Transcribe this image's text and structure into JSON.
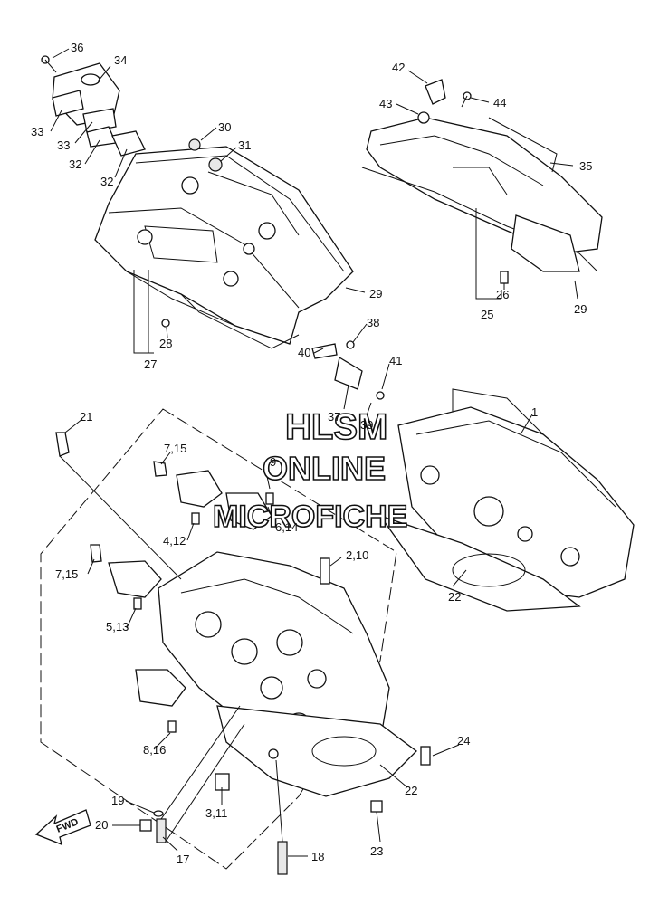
{
  "watermark": {
    "line1": "HLSM",
    "line2": "ONLINE",
    "line3": "MICROFICHE"
  },
  "direction_badge": "FWD",
  "callouts": [
    {
      "id": "c36",
      "text": "36"
    },
    {
      "id": "c34",
      "text": "34"
    },
    {
      "id": "c33a",
      "text": "33"
    },
    {
      "id": "c33b",
      "text": "33"
    },
    {
      "id": "c32a",
      "text": "32"
    },
    {
      "id": "c32b",
      "text": "32"
    },
    {
      "id": "c30",
      "text": "30"
    },
    {
      "id": "c31",
      "text": "31"
    },
    {
      "id": "c29a",
      "text": "29"
    },
    {
      "id": "c28",
      "text": "28"
    },
    {
      "id": "c27",
      "text": "27"
    },
    {
      "id": "c42",
      "text": "42"
    },
    {
      "id": "c43",
      "text": "43"
    },
    {
      "id": "c44",
      "text": "44"
    },
    {
      "id": "c35",
      "text": "35"
    },
    {
      "id": "c26",
      "text": "26"
    },
    {
      "id": "c25",
      "text": "25"
    },
    {
      "id": "c29b",
      "text": "29"
    },
    {
      "id": "c38",
      "text": "38"
    },
    {
      "id": "c40",
      "text": "40"
    },
    {
      "id": "c41",
      "text": "41"
    },
    {
      "id": "c37",
      "text": "37"
    },
    {
      "id": "c39",
      "text": "39"
    },
    {
      "id": "c1",
      "text": "1"
    },
    {
      "id": "c21",
      "text": "21"
    },
    {
      "id": "c715a",
      "text": "7,15"
    },
    {
      "id": "c9",
      "text": "9"
    },
    {
      "id": "c614",
      "text": "6,14"
    },
    {
      "id": "c412",
      "text": "4,12"
    },
    {
      "id": "c715b",
      "text": "7,15"
    },
    {
      "id": "c210",
      "text": "2,10"
    },
    {
      "id": "c513",
      "text": "5,13"
    },
    {
      "id": "c22a",
      "text": "22"
    },
    {
      "id": "c816",
      "text": "8,16"
    },
    {
      "id": "c24",
      "text": "24"
    },
    {
      "id": "c22b",
      "text": "22"
    },
    {
      "id": "c19",
      "text": "19"
    },
    {
      "id": "c311",
      "text": "3,11"
    },
    {
      "id": "c20",
      "text": "20"
    },
    {
      "id": "c17",
      "text": "17"
    },
    {
      "id": "c18",
      "text": "18"
    },
    {
      "id": "c23",
      "text": "23"
    }
  ]
}
